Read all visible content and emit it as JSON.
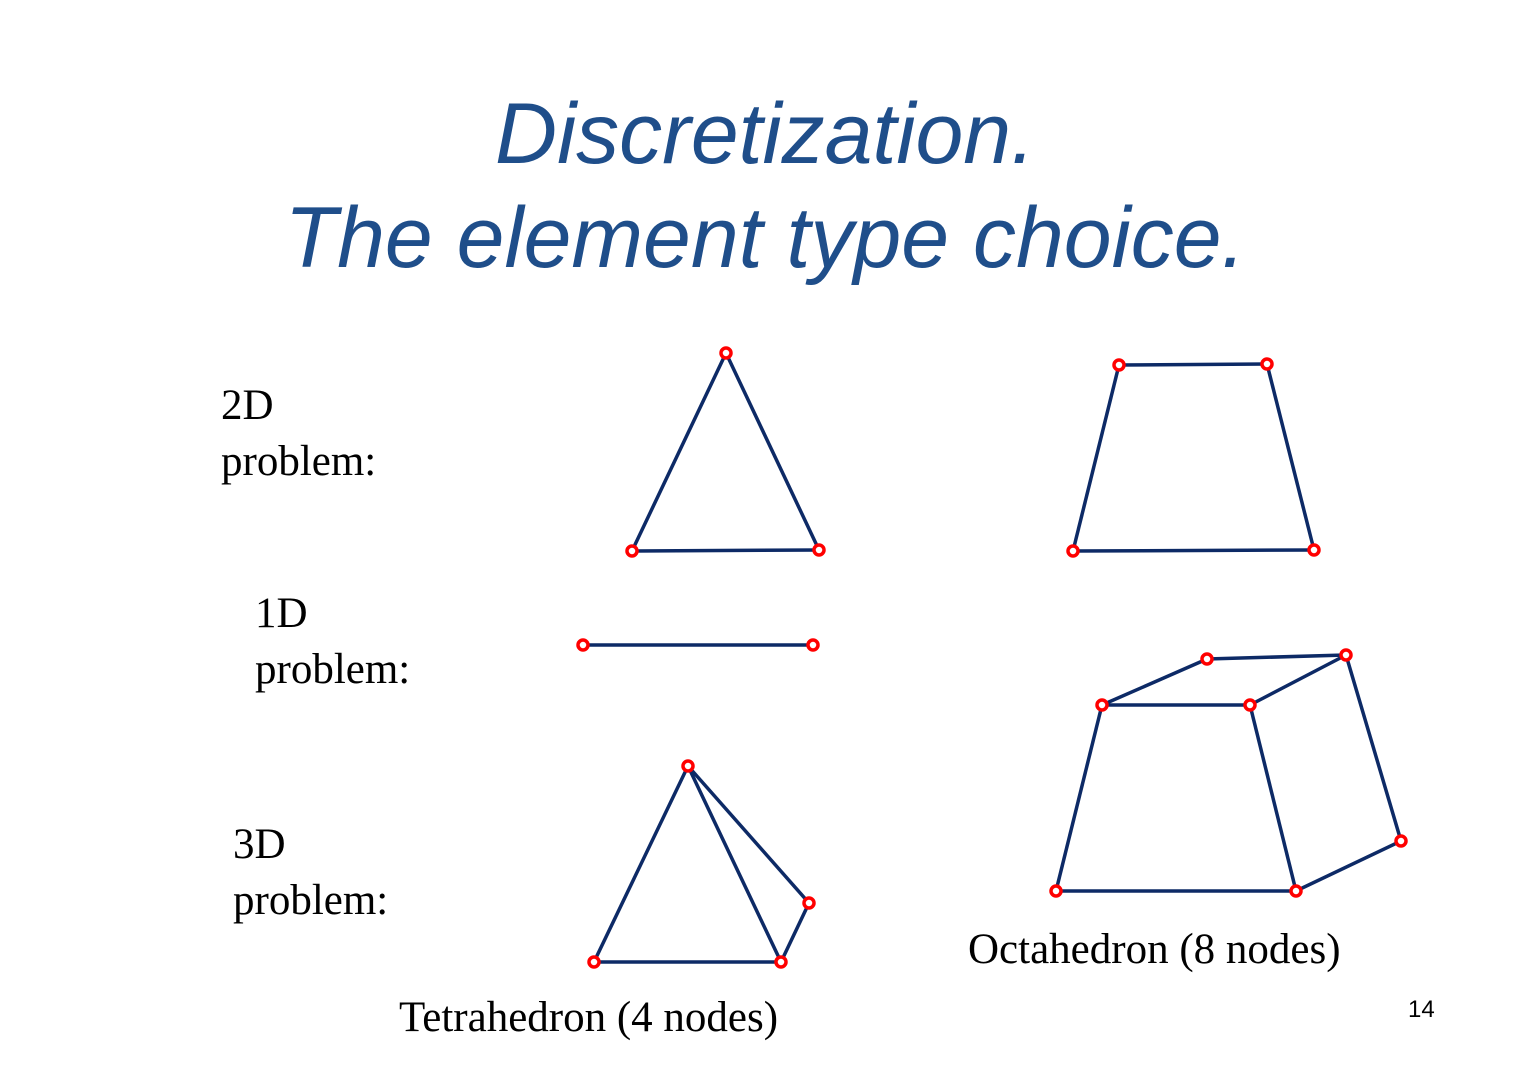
{
  "slide": {
    "title_line1": "Discretization.",
    "title_line2": "The element type choice.",
    "labels": {
      "two_d": [
        "2D",
        "problem:"
      ],
      "one_d": [
        "1D",
        "problem:"
      ],
      "three_d": [
        "3D",
        "problem:"
      ]
    },
    "captions": {
      "tetrahedron": "Tetrahedron (4 nodes)",
      "octahedron": "Octahedron (8 nodes)"
    },
    "page_number": "14"
  },
  "colors": {
    "title": "#1f4e8a",
    "edge": "#0d2a66",
    "node": "#ff0000"
  }
}
